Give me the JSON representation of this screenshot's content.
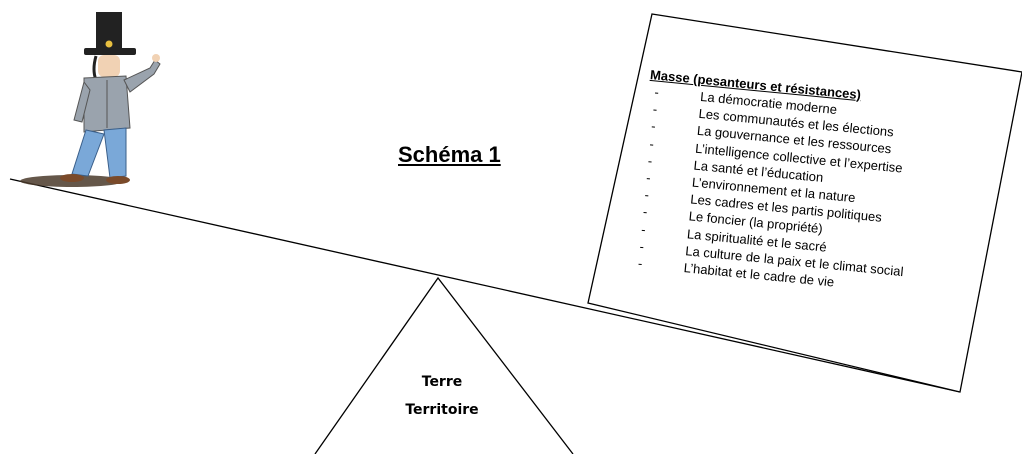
{
  "title": "Schéma 1",
  "fulcrum": {
    "line1": "Terre",
    "line2": "Territoire"
  },
  "mass_box": {
    "heading": "Masse (pesanteurs et résistances)",
    "items": [
      "La démocratie moderne",
      "Les communautés et les élections",
      "La gouvernance  et les ressources",
      "L’intelligence collective et l’expertise",
      "La santé et l’éducation",
      "L’environnement et la nature",
      "Les cadres et les partis politiques",
      "Le foncier (la propriété)",
      "La spiritualité et le sacré",
      "La culture de la paix et le climat social",
      "L’habitat et le cadre de vie"
    ],
    "bullet": "-"
  }
}
